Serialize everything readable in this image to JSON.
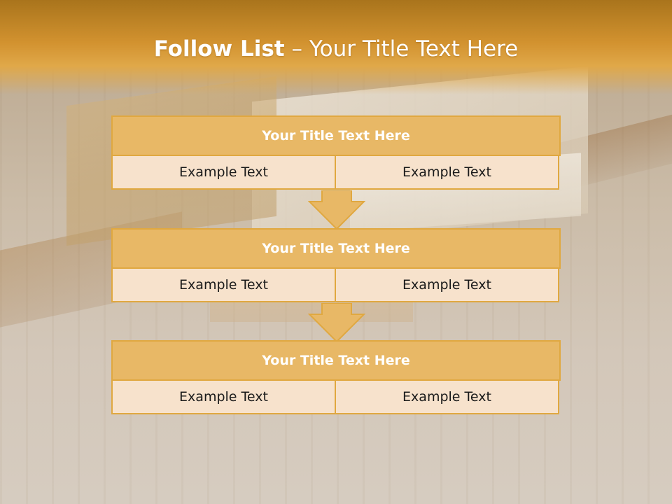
{
  "slide": {
    "title_bold": "Follow List",
    "title_rest": "– Your Title Text Here"
  },
  "blocks": [
    {
      "title": "Your Title Text Here",
      "left": "Example Text",
      "right": "Example Text"
    },
    {
      "title": "Your Title Text Here",
      "left": "Example Text",
      "right": "Example Text"
    },
    {
      "title": "Your Title Text Here",
      "left": "Example Text",
      "right": "Example Text"
    }
  ],
  "colors": {
    "header": "#d2922f",
    "block_title_fill": "#e8b866",
    "cell_fill": "#f7e2cc",
    "border": "#e0a840",
    "arrow_fill": "#e8b866"
  }
}
